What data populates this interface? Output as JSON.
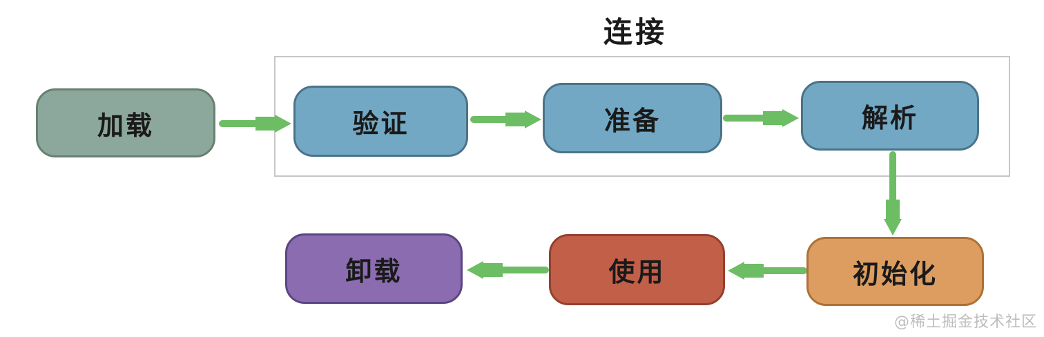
{
  "diagram": {
    "group": {
      "label": "连接",
      "contains": [
        "验证",
        "准备",
        "解析"
      ]
    },
    "nodes": [
      {
        "id": "load",
        "label": "加载",
        "fill": "#8ca79b",
        "border": "#68806f"
      },
      {
        "id": "verify",
        "label": "验证",
        "fill": "#72a8c4",
        "border": "#4a7389"
      },
      {
        "id": "prepare",
        "label": "准备",
        "fill": "#72a8c4",
        "border": "#4a7389"
      },
      {
        "id": "resolve",
        "label": "解析",
        "fill": "#72a8c4",
        "border": "#4a7389"
      },
      {
        "id": "initialize",
        "label": "初始化",
        "fill": "#dd9d61",
        "border": "#ad7134"
      },
      {
        "id": "use",
        "label": "使用",
        "fill": "#c25f49",
        "border": "#93402e"
      },
      {
        "id": "unload",
        "label": "卸载",
        "fill": "#8b6cb1",
        "border": "#5c4583"
      }
    ],
    "edges": [
      {
        "from": "加载",
        "to": "验证"
      },
      {
        "from": "验证",
        "to": "准备"
      },
      {
        "from": "准备",
        "to": "解析"
      },
      {
        "from": "解析",
        "to": "初始化"
      },
      {
        "from": "初始化",
        "to": "使用"
      },
      {
        "from": "使用",
        "to": "卸载"
      }
    ]
  },
  "watermark": "@稀土掘金技术社区",
  "colors": {
    "arrow": "#6cbd63",
    "group_border": "#c6c6c6",
    "text": "#1a1a1a",
    "watermark": "#bdbdbd",
    "background": "#ffffff"
  }
}
